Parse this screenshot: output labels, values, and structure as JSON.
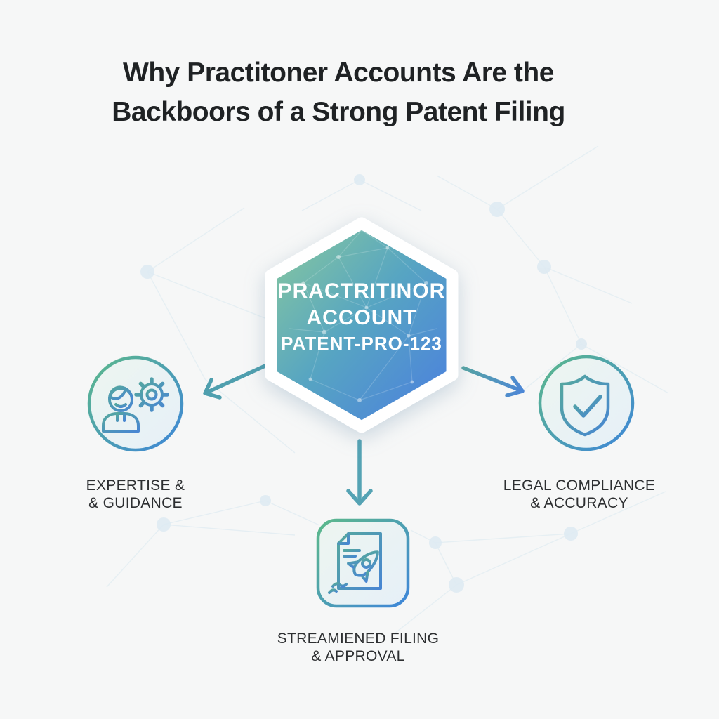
{
  "title": {
    "line1": "Why Practitoner Accounts Are the",
    "line2": "Backboors of a Strong Patent Filing"
  },
  "hexagon": {
    "line1": "PRACTRITINOR",
    "line2": "ACCOUNT",
    "line3": "PATENT-PRO-123"
  },
  "nodes": {
    "left": {
      "icon": "person-gear-icon",
      "label_line1": "EXPERTISE &",
      "label_line2": "& GUIDANCE"
    },
    "right": {
      "icon": "shield-check-icon",
      "label_line1": "LEGAL COMPLIANCE",
      "label_line2": "& ACCURACY"
    },
    "bottom": {
      "icon": "document-rocket-icon",
      "label_line1": "STREAMIENED FILING",
      "label_line2": "& APPROVAL"
    }
  },
  "colors": {
    "background": "#f6f7f7",
    "title_text": "#1f2224",
    "label_text": "#2d2f31",
    "hexagon_text": "#ffffff",
    "hexagon_gradient_start": "#8bcb9b",
    "hexagon_gradient_mid": "#57a5c2",
    "hexagon_gradient_end": "#4a7ce1",
    "accent_green": "#5cb98a",
    "accent_blue": "#3e86d9",
    "accent_teal": "#4f9fae",
    "icon_fill": "#e9f3f5",
    "network_pattern": "#dfecf3"
  }
}
